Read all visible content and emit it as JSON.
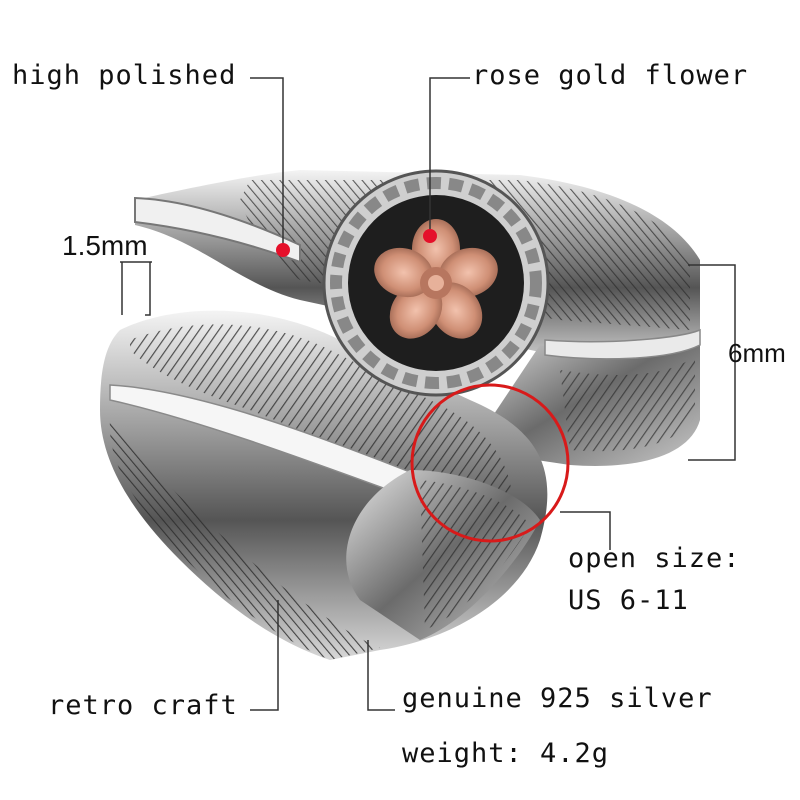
{
  "labels": {
    "high_polished": "high polished",
    "rose_gold_flower": "rose gold flower",
    "band_width": "1.5mm",
    "face_height": "6mm",
    "open_size_line1": "open size:",
    "open_size_line2": "US 6-11",
    "retro_craft": "retro craft",
    "material": "genuine 925 silver",
    "weight": "weight: 4.2g"
  },
  "colors": {
    "background": "#ffffff",
    "silver_light": "#e6e6e6",
    "silver_dark": "#3a3a3a",
    "rose_gold": "#d29a82",
    "marker_red": "#e5102a",
    "highlight_circle": "#d81a1a"
  }
}
